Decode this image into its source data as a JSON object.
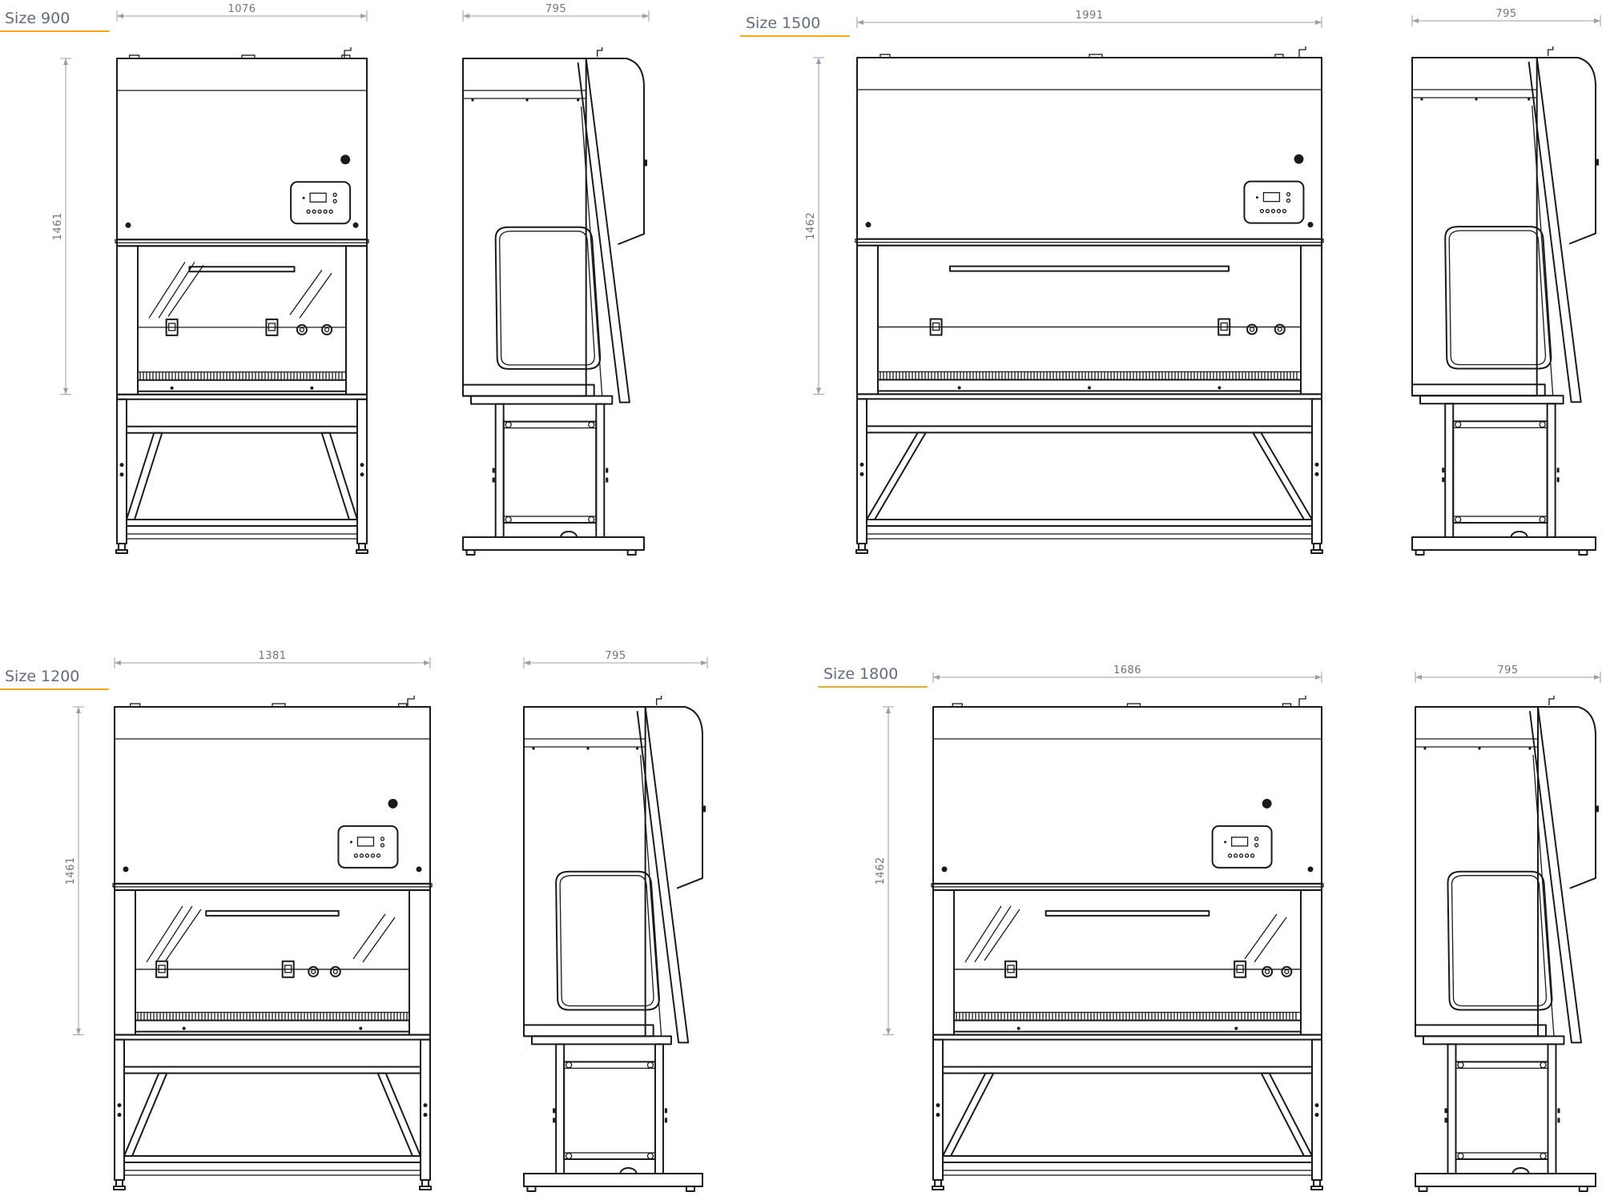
{
  "drawings": [
    {
      "size_label": "Size 900",
      "front_width": "1076",
      "height": "1461",
      "side_depth": "795"
    },
    {
      "size_label": "Size 1500",
      "front_width": "1991",
      "height": "1462",
      "side_depth": "795"
    },
    {
      "size_label": "Size 1200",
      "front_width": "1381",
      "height": "1461",
      "side_depth": "795"
    },
    {
      "size_label": "Size 1800",
      "front_width": "1686",
      "height": "1462",
      "side_depth": "795"
    }
  ],
  "colors": {
    "accent_underline": "#f0a818",
    "label_text": "#626b82",
    "dimension_text": "#6f7480",
    "line": "#1a1a1a"
  },
  "icons": [
    "control-panel-icon",
    "gas-tap-icon",
    "power-socket-icon",
    "leveling-foot-icon"
  ]
}
